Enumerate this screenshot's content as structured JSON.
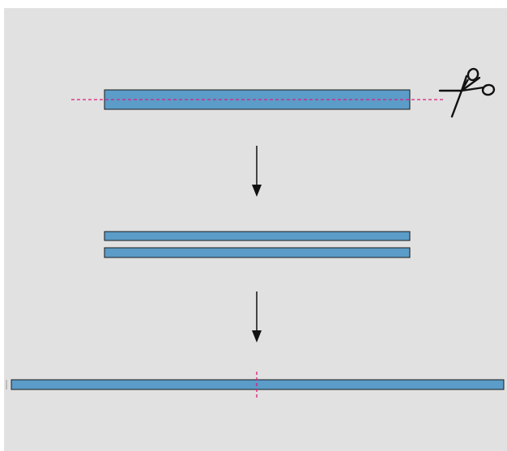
{
  "diagram": {
    "description_steps": 3,
    "colors": {
      "background": "#e1e1e1",
      "strip_fill": "#5b9cc9",
      "strip_stroke": "#1a1a1a",
      "cut_line": "#e0197d",
      "arrow": "#111111",
      "scissors": "#111111"
    },
    "icons": {
      "scissors": "scissors-icon",
      "arrow": "arrow-down-icon"
    },
    "steps": [
      {
        "name": "step-1-cut-strip-lengthwise"
      },
      {
        "name": "step-2-two-narrow-strips"
      },
      {
        "name": "step-3-join-strips-end-to-end"
      }
    ]
  }
}
